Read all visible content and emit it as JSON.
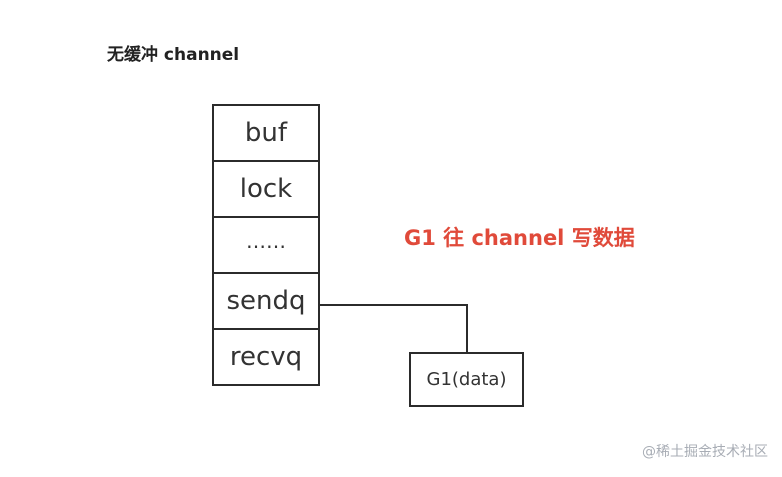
{
  "title": "无缓冲 channel",
  "struct_fields": [
    "buf",
    "lock",
    "……",
    "sendq",
    "recvq"
  ],
  "annotation": "G1 往 channel 写数据",
  "goroutine_box": "G1(data)",
  "watermark": "@稀土掘金技术社区",
  "colors": {
    "annotation": "#e04a3a",
    "border": "#2b2b2b",
    "watermark": "#a8adb5"
  }
}
